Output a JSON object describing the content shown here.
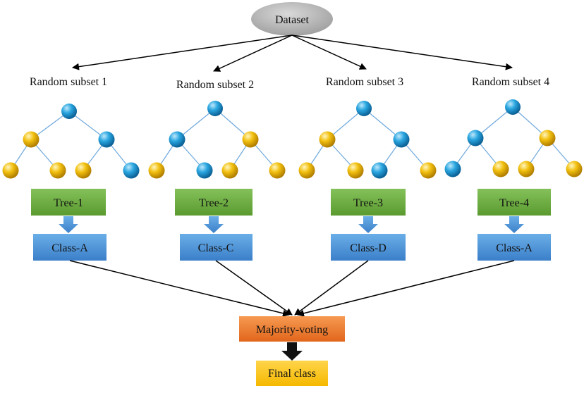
{
  "dataset": {
    "label": "Dataset"
  },
  "subsets": [
    {
      "label": "Random subset 1",
      "tree": "Tree-1",
      "class": "Class-A",
      "nodes": [
        "blue",
        "yellow",
        "blue",
        "yellow",
        "yellow",
        "yellow",
        "blue"
      ]
    },
    {
      "label": "Random subset 2",
      "tree": "Tree-2",
      "class": "Class-C",
      "nodes": [
        "blue",
        "blue",
        "yellow",
        "yellow",
        "blue",
        "yellow",
        "yellow"
      ]
    },
    {
      "label": "Random subset 3",
      "tree": "Tree-3",
      "class": "Class-D",
      "nodes": [
        "blue",
        "yellow",
        "blue",
        "yellow",
        "yellow",
        "blue",
        "yellow"
      ]
    },
    {
      "label": "Random subset 4",
      "tree": "Tree-4",
      "class": "Class-A",
      "nodes": [
        "blue",
        "blue",
        "yellow",
        "blue",
        "yellow",
        "yellow",
        "yellow"
      ]
    }
  ],
  "voting": {
    "label": "Majority-voting"
  },
  "final": {
    "label": "Final class"
  },
  "colors": {
    "node_blue": "#2aa6e0",
    "node_yellow": "#f2c00f",
    "tree_box": "#6fab3f",
    "class_box": "#4a8fd6",
    "voting_box": "#f07b2c",
    "final_box": "#fcc41c",
    "dataset_ellipse": "#b8b8b8",
    "edge": "#6fa8dc"
  }
}
